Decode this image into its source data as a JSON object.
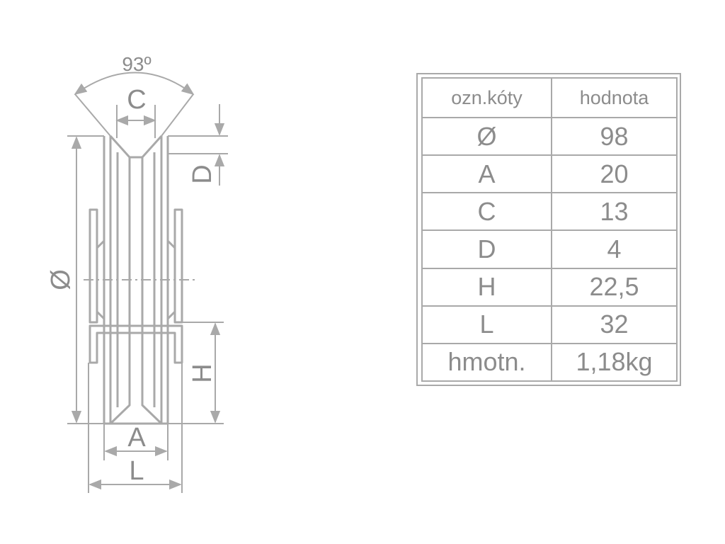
{
  "diagram": {
    "labels": {
      "angle": "93º",
      "c": "C",
      "d": "D",
      "diameter": "Ø",
      "h": "H",
      "a": "A",
      "l": "L"
    },
    "line_color": "#a9a9a9",
    "text_color": "#8c8c8c"
  },
  "table": {
    "headers": [
      "ozn.kóty",
      "hodnota"
    ],
    "rows": [
      [
        "Ø",
        "98"
      ],
      [
        "A",
        "20"
      ],
      [
        "C",
        "13"
      ],
      [
        "D",
        "4"
      ],
      [
        "H",
        "22,5"
      ],
      [
        "L",
        "32"
      ],
      [
        "hmotn.",
        "1,18kg"
      ]
    ]
  }
}
